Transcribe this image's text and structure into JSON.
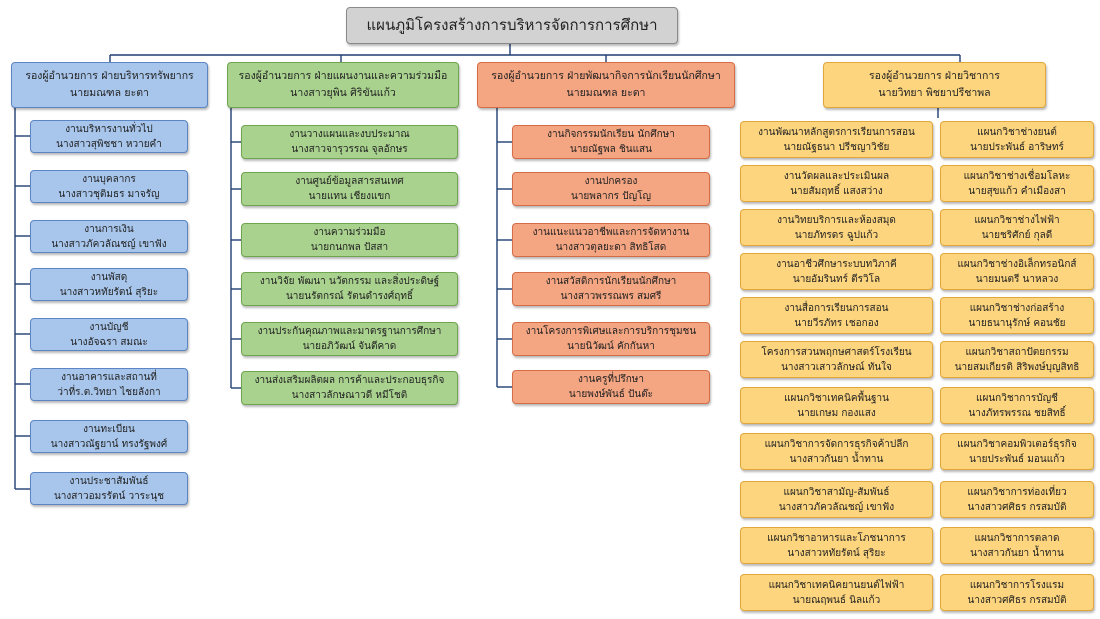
{
  "title": "แผนภูมิโครงสร้างการบริหารจัดการการศึกษา",
  "colors": {
    "blue": "#a8c6ec",
    "green": "#a9d28e",
    "orange": "#f4a582",
    "yellow": "#fdd57e",
    "root": "#d2d2d2",
    "connector": "#1f3f73"
  },
  "branches": [
    {
      "head": {
        "line1": "รองผู้อำนวยการ ฝ่ายบริหารทรัพยากร",
        "line2": "นายมณฑล ยะตา"
      },
      "items": [
        {
          "line1": "งานบริหารงานทั่วไป",
          "line2": "นางสาวสุพิชชา หวายคำ"
        },
        {
          "line1": "งานบุคลากร",
          "line2": "นางสาวชุติมธร มาจรัญ"
        },
        {
          "line1": "งานการเงิน",
          "line2": "นางสาวภัควลัณชญ์ เขาฟัง"
        },
        {
          "line1": "งานพัสดุ",
          "line2": "นางสาวหทัยรัตน์ สุริยะ"
        },
        {
          "line1": "งานบัญชี",
          "line2": "นางอัจฉรา สมณะ"
        },
        {
          "line1": "งานอาคารและสถานที่",
          "line2": "ว่าที่ร.ต.วิทยา ไชยลังกา"
        },
        {
          "line1": "งานทะเบียน",
          "line2": "นางสาวณัฐยาน์ ทรงรัฐพงศ์"
        },
        {
          "line1": "งานประชาสัมพันธ์",
          "line2": "นางสาวอมรรัตน์ วาระนุช"
        }
      ]
    },
    {
      "head": {
        "line1": "รองผู้อำนวยการ ฝ่ายแผนงานและความร่วมมือ",
        "line2": "นางสาวยุพิน ศิริขันแก้ว"
      },
      "items": [
        {
          "line1": "งานวางแผนและงบประมาณ",
          "line2": "นางสาวจารุวรรณ จุลอักษร"
        },
        {
          "line1": "งานศูนย์ข้อมูลสารสนเทศ",
          "line2": "นายแทน เชียงแขก"
        },
        {
          "line1": "งานความร่วมมือ",
          "line2": "นายกนกพล ปัสสา"
        },
        {
          "line1": "งานวิจัย พัฒนา นวัตกรรม และสิ่งประดิษฐ์",
          "line2": "นายนรัตกรณ์ รัตนดำรงศ์ฤทธิ์"
        },
        {
          "line1": "งานประกันคุณภาพและมาตรฐานการศึกษา",
          "line2": "นายอภิวัฒน์ จันตีคาด"
        },
        {
          "line1": "งานส่งเสริมผลิตผล การค้าและประกอบธุรกิจ",
          "line2": "นางสาวลักษณาวดี หมีโชติ"
        }
      ]
    },
    {
      "head": {
        "line1": "รองผู้อำนวยการ ฝ่ายพัฒนากิจการนักเรียนนักศึกษา",
        "line2": "นายมณฑล ยะตา"
      },
      "items": [
        {
          "line1": "งานกิจกรรมนักเรียน นักศึกษา",
          "line2": "นายณัฐพล ชินแสน"
        },
        {
          "line1": "งานปกครอง",
          "line2": "นายพลากร ปัญโญ"
        },
        {
          "line1": "งานแนะแนวอาชีพและการจัดหางาน",
          "line2": "นางสาวตุลยะดา สิทธิโสด"
        },
        {
          "line1": "งานสวัสดิการนักเรียนนักศึกษา",
          "line2": "นางสาวพรรณพร สมศรี"
        },
        {
          "line1": "งานโครงการพิเศษและการบริการชุมชน",
          "line2": "นายนิวัฒน์ คักกันหา"
        },
        {
          "line1": "งานครูที่ปรึกษา",
          "line2": "นายพงษ์พันธ์ ปันต๊ะ"
        }
      ]
    },
    {
      "head": {
        "line1": "รองผู้อำนวยการ ฝ่ายวิชาการ",
        "line2": "นายวิทยา พิชยาปรีชาพล"
      },
      "left_items": [
        {
          "line1": "งานพัฒนาหลักสูตรการเรียนการสอน",
          "line2": "นายณัฐธนา ปรีชญาวิชัย"
        },
        {
          "line1": "งานวัดผลและประเมินผล",
          "line2": "นายสัมฤทธิ์ แสงสว่าง"
        },
        {
          "line1": "งานวิทยบริการและห้องสมุด",
          "line2": "นายภัทรดร ฉูปแก้ว"
        },
        {
          "line1": "งานอาชีวศึกษาระบบทวิภาคี",
          "line2": "นายอัมรินทร์ ตีรวิโล"
        },
        {
          "line1": "งานสื่อการเรียนการสอน",
          "line2": "นายวีรภัทร เชอกอง"
        },
        {
          "line1": "โครงการสวนพฤกษศาสตร์โรงเรียน",
          "line2": "นางสาวเสาวลักษณ์ ทันใจ"
        },
        {
          "line1": "แผนกวิชาเทคนิคพื้นฐาน",
          "line2": "นายเกษม กองแสง"
        },
        {
          "line1": "แผนกวิชาการจัดการธุรกิจค้าปลีก",
          "line2": "นางสาวกันยา น้ำทาน"
        },
        {
          "line1": "แผนกวิชาสามัญ-สัมพันธ์",
          "line2": "นางสาวภัควลัณชญ์ เขาฟัง"
        },
        {
          "line1": "แผนกวิชาอาหารและโภชนาการ",
          "line2": "นางสาวหทัยรัตน์ สุริยะ"
        },
        {
          "line1": "แผนกวิชาเทคนิคยานยนต์ไฟฟ้า",
          "line2": "นายณฤพนธ์ นิลแก้ว"
        }
      ],
      "right_items": [
        {
          "line1": "แผนกวิชาช่างยนต์",
          "line2": "นายประพันธ์ อาริษทร์"
        },
        {
          "line1": "แผนกวิชาช่างเชื่อมโลหะ",
          "line2": "นายสุขแก้ว คำเมืองสา"
        },
        {
          "line1": "แผนกวิชาช่างไฟฟ้า",
          "line2": "นายชริศักย์ กุลดี"
        },
        {
          "line1": "แผนกวิชาช่างอิเล็กทรอนิกส์",
          "line2": "นายมนตรี นาหลวง"
        },
        {
          "line1": "แผนกวิชาช่างก่อสร้าง",
          "line2": "นายธนานุรักษ์ คอนชัย"
        },
        {
          "line1": "แผนกวิชาสถาปัตยกรรม",
          "line2": "นายสมเกียรติ สิริพงษ์บุญสิทธิ"
        },
        {
          "line1": "แผนกวิชาการบัญชี",
          "line2": "นางภัทรพรรณ ชยสิทธิ์"
        },
        {
          "line1": "แผนกวิชาคอมพิวเตอร์ธุรกิจ",
          "line2": "นายประพันธ์ มอนแก้ว"
        },
        {
          "line1": "แผนกวิชาการท่องเที่ยว",
          "line2": "นางสาวศศิธร กรสมบัติ"
        },
        {
          "line1": "แผนกวิชาการตลาด",
          "line2": "นางสาวกันยา น้ำทาน"
        },
        {
          "line1": "แผนกวิชาการโรงแรม",
          "line2": "นางสาวศศิธร กรสมบัติ"
        }
      ]
    }
  ]
}
